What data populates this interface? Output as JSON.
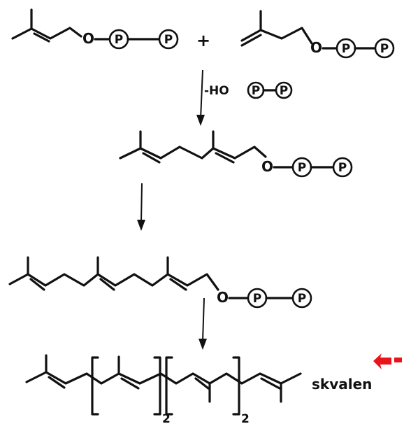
{
  "labels": {
    "oxygen": "O",
    "phosphate": "P",
    "plus": "+",
    "eliminated": "-HO",
    "repeat": "2",
    "product": "skvalen"
  },
  "colors": {
    "ink": "#111111",
    "highlight_arrow": "#e8141a",
    "background": "#ffffff"
  }
}
